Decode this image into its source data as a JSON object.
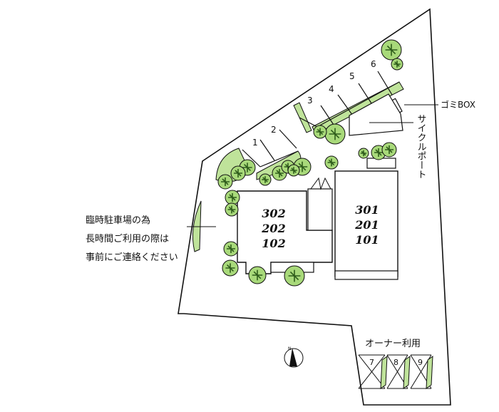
{
  "annotation": {
    "lines": [
      "臨時駐車場の為",
      "長時間ご利用の際は",
      "事前にご連絡ください"
    ]
  },
  "labels": {
    "gomi_box": "ゴミBOX",
    "cycle_port": "サイクルポート",
    "owner_use": "オーナー利用"
  },
  "buildings": {
    "west": {
      "units": [
        "302",
        "202",
        "102"
      ]
    },
    "east": {
      "units": [
        "301",
        "201",
        "101"
      ]
    }
  },
  "parking": {
    "upper": [
      "1",
      "2",
      "3",
      "4",
      "5",
      "6"
    ],
    "owner": [
      "7",
      "8",
      "9"
    ]
  },
  "compass": {
    "label": "N"
  },
  "colors": {
    "tree": "#a8d97a",
    "tree_dark": "#2f5d1c",
    "lawn": "#bfe39a",
    "line": "#111111"
  }
}
